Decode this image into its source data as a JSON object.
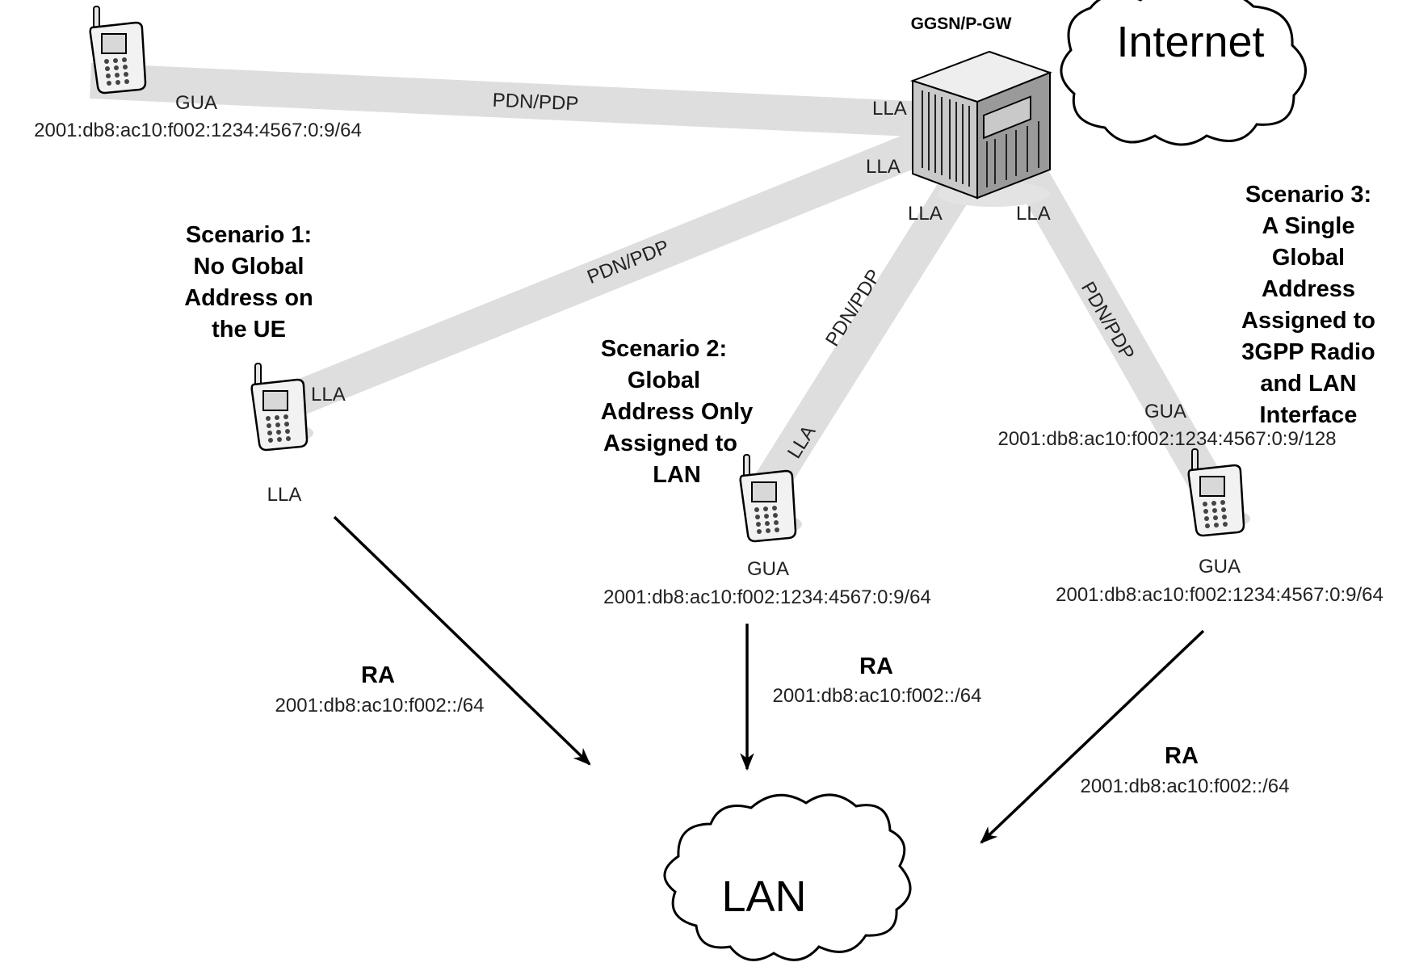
{
  "colors": {
    "link_band": "#dedede",
    "server_front": "#c9c9c9",
    "server_top": "#eeeeee",
    "arrow": "#000000"
  },
  "gateway": {
    "label": "GGSN/P-GW",
    "icon": "server-icon"
  },
  "clouds": {
    "internet": "Internet",
    "lan": "LAN"
  },
  "links": {
    "top": {
      "label": "PDN/PDP",
      "gw_end": "LLA"
    },
    "s1": {
      "label": "PDN/PDP",
      "gw_end": "LLA",
      "ue_end": "LLA"
    },
    "s2": {
      "label": "PDN/PDP",
      "gw_end": "LLA",
      "ue_end": "LLA"
    },
    "s3": {
      "label": "PDN/PDP",
      "gw_end": "LLA"
    }
  },
  "ue_top": {
    "icon": "phone-icon",
    "addr_type": "GUA",
    "address": "2001:db8:ac10:f002:1234:4567:0:9/64"
  },
  "scenario1": {
    "title": [
      "Scenario 1:",
      "No Global",
      "Address on",
      "the UE"
    ],
    "ue": {
      "icon": "phone-icon",
      "addr_type": "LLA"
    },
    "ra": {
      "label": "RA",
      "prefix": "2001:db8:ac10:f002::/64"
    }
  },
  "scenario2": {
    "title": [
      "Scenario 2:",
      "Global",
      "Address Only",
      "Assigned to",
      "LAN"
    ],
    "ue": {
      "icon": "phone-icon",
      "addr_type": "GUA",
      "address": "2001:db8:ac10:f002:1234:4567:0:9/64"
    },
    "ra": {
      "label": "RA",
      "prefix": "2001:db8:ac10:f002::/64"
    }
  },
  "scenario3": {
    "title": [
      "Scenario 3:",
      "A Single",
      "Global",
      "Address",
      "Assigned to",
      "3GPP Radio",
      "and LAN",
      "Interface"
    ],
    "radio": {
      "addr_type": "GUA",
      "address": "2001:db8:ac10:f002:1234:4567:0:9/128"
    },
    "ue": {
      "icon": "phone-icon",
      "addr_type": "GUA",
      "address": "2001:db8:ac10:f002:1234:4567:0:9/64"
    },
    "ra": {
      "label": "RA",
      "prefix": "2001:db8:ac10:f002::/64"
    }
  }
}
